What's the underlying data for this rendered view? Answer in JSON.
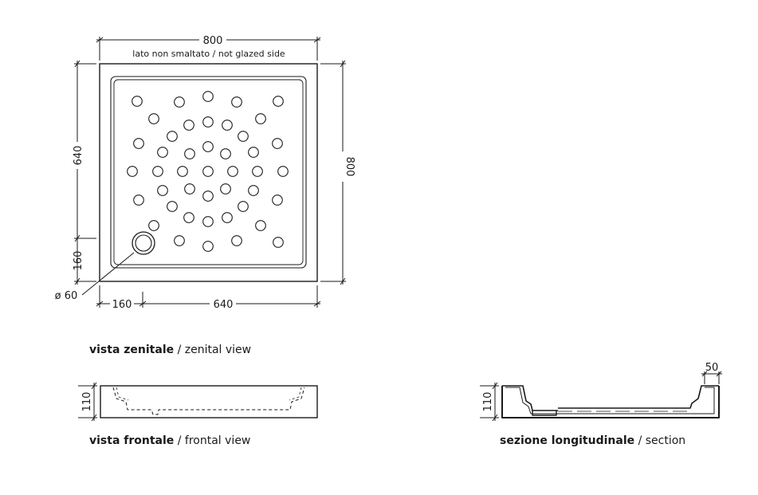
{
  "top_view": {
    "width_dim": "800",
    "height_dim": "800",
    "not_glazed_note": "lato non smaltato / not glazed side",
    "inner_height_dim": "640",
    "drain_offset_y_dim": "160",
    "drain_offset_x_dim": "160",
    "inner_width_dim": "640",
    "drain_diameter_dim": "ø 60",
    "caption_bold": "vista zenitale",
    "caption_rest": " / zenital view"
  },
  "front_view": {
    "height_dim": "110",
    "caption_bold": "vista frontale",
    "caption_rest": " / frontal view"
  },
  "section_view": {
    "height_dim": "110",
    "rim_dim": "50",
    "caption_bold": "sezione longitudinale",
    "caption_rest": " / section"
  },
  "colors": {
    "line": "#1a1a1a",
    "background": "#ffffff"
  }
}
